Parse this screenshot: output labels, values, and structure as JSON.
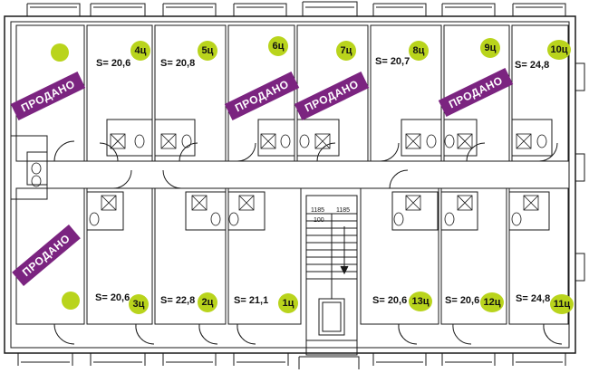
{
  "sold_label": "ПРОДАНО",
  "units": [
    {
      "number": "4ц",
      "area": "S= 20,6"
    },
    {
      "number": "5ц",
      "area": "S= 20,8"
    },
    {
      "number": "6ц",
      "area": ""
    },
    {
      "number": "7ц",
      "area": ""
    },
    {
      "number": "8ц",
      "area": "S= 20,7"
    },
    {
      "number": "9ц",
      "area": ""
    },
    {
      "number": "10ц",
      "area": "S= 24,8"
    },
    {
      "number": "3ц",
      "area": "S= 20,6"
    },
    {
      "number": "2ц",
      "area": "S= 22,8"
    },
    {
      "number": "1ц",
      "area": "S= 21,1"
    },
    {
      "number": "13ц",
      "area": "S= 20,6"
    },
    {
      "number": "12ц",
      "area": "S= 20,6"
    },
    {
      "number": "11ц",
      "area": "S= 24,8"
    }
  ],
  "stair_dims": [
    "1185",
    "1185",
    "100"
  ],
  "colors": {
    "sold": "#7b2480",
    "badge": "#b9d41c",
    "wall": "#1a1a1a"
  }
}
